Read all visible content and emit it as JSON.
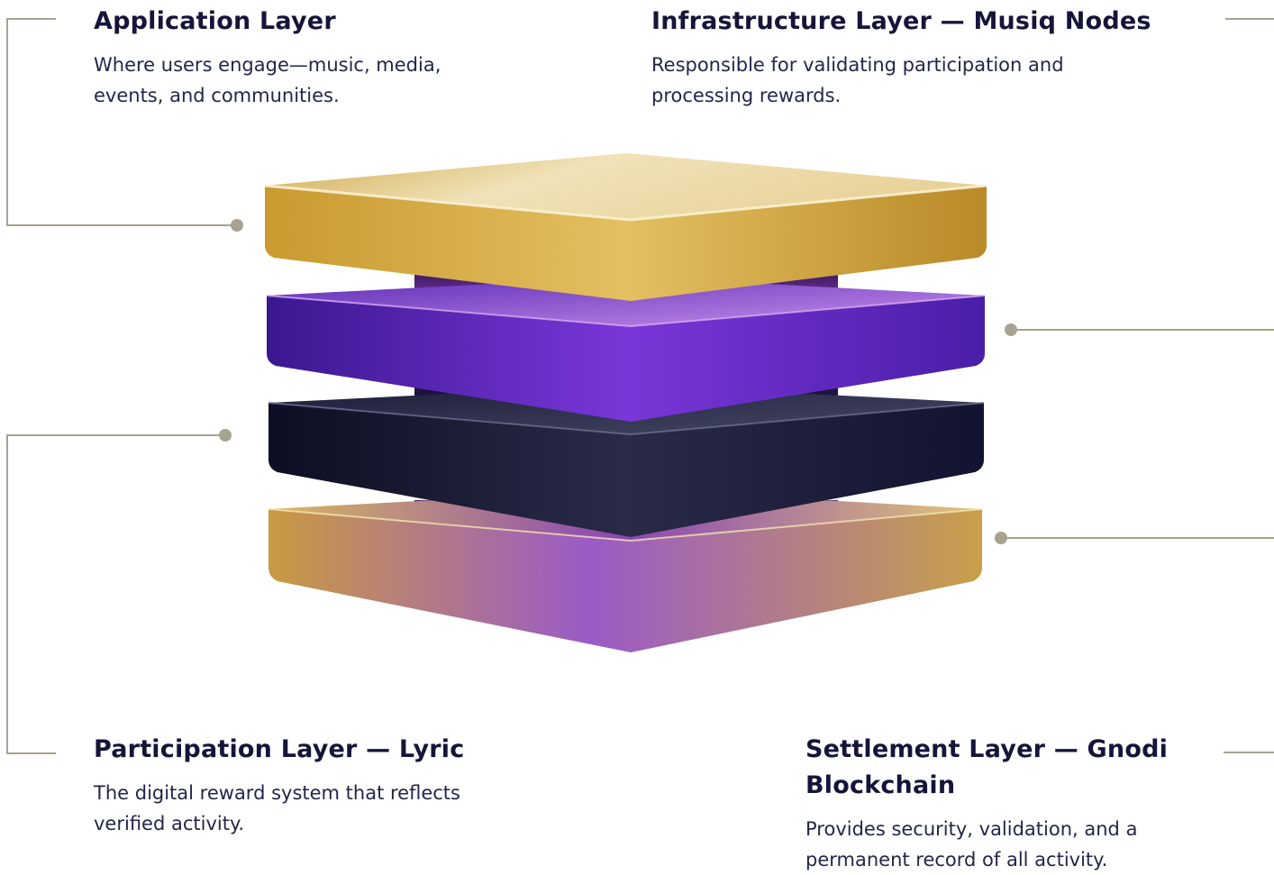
{
  "layers": [
    {
      "id": "application",
      "title": "Application Layer",
      "description": "Where users engage—music, media, events, and communities."
    },
    {
      "id": "infrastructure",
      "title": "Infrastructure Layer — Musiq Nodes",
      "description": "Responsible for validating participation and processing rewards."
    },
    {
      "id": "participation",
      "title": "Participation Layer — Lyric",
      "description": "The digital reward system that reflects verified activity."
    },
    {
      "id": "settlement",
      "title": "Settlement Layer — Gnodi Blockchain",
      "description": "Provides security, validation, and a permanent record of all activity."
    }
  ],
  "colors": {
    "title_text": "#15153a",
    "body_text": "#23264a",
    "connector": "#a7a390",
    "gold_slab": "#d9b04f",
    "purple_slab": "#5a22b8",
    "dark_slab": "#16172e",
    "gradient_slab_top": "#c9a24a",
    "gradient_slab_bottom": "#9656c2"
  },
  "stack_order_top_to_bottom": [
    "gold",
    "purple",
    "dark",
    "gold-purple gradient"
  ]
}
